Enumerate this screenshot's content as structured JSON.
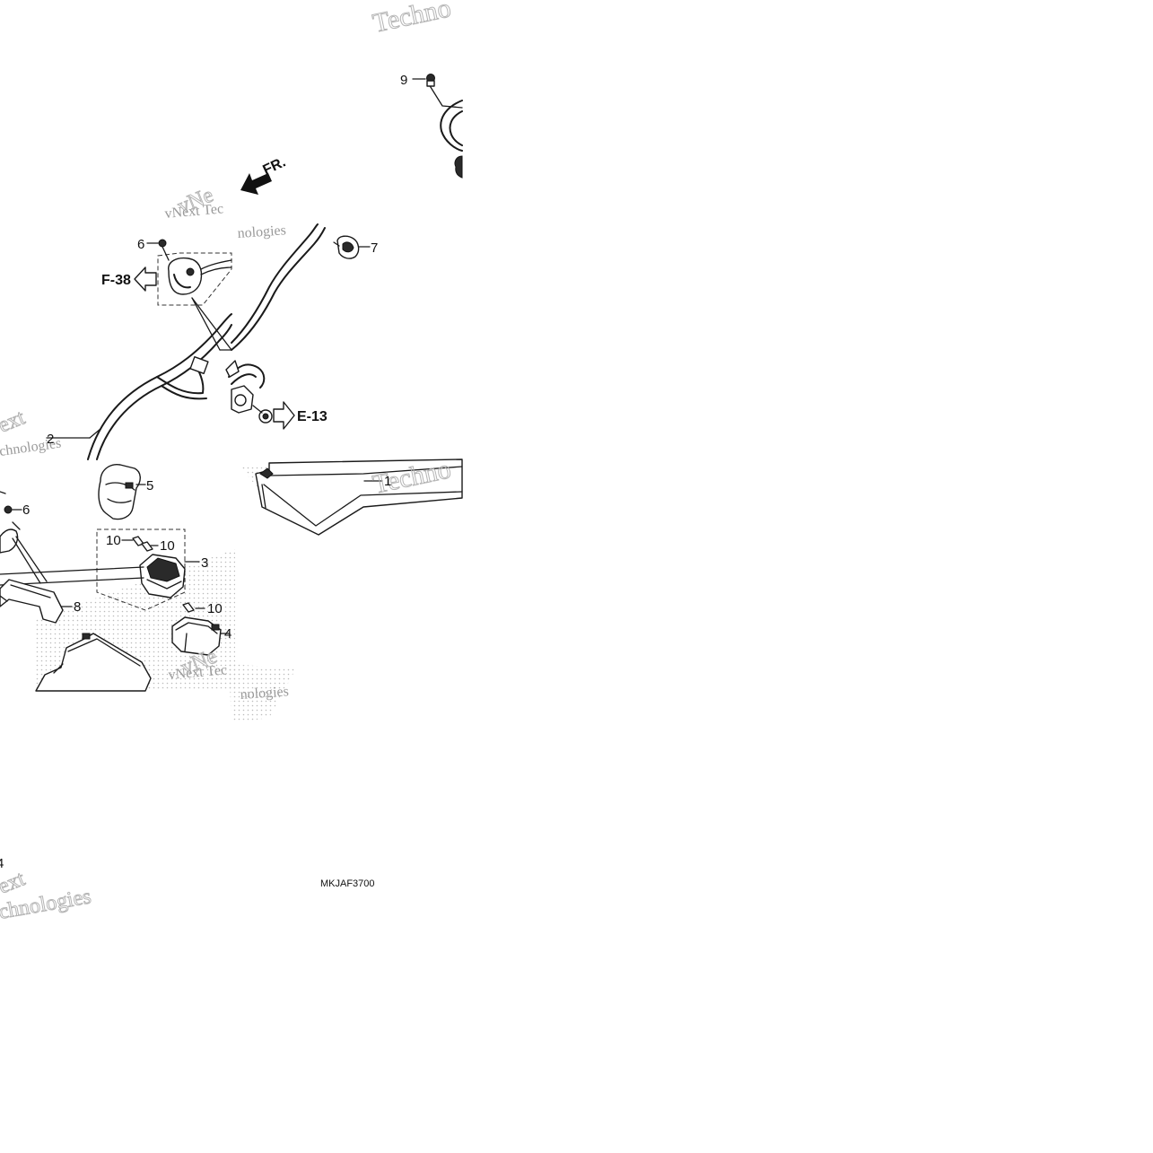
{
  "diagram": {
    "direction_label": "FR.",
    "drawing_code": "MKJAF3700",
    "callouts": {
      "c1": "1",
      "c2": "2",
      "c3": "3",
      "c4": "4",
      "c5": "5",
      "c6a": "6",
      "c6b": "6",
      "c7": "7",
      "c8": "8",
      "c9": "9",
      "c10a": "10",
      "c10b": "10",
      "c10c": "10",
      "c14": "4"
    },
    "references": {
      "f38": "F-38",
      "e13": "E-13"
    },
    "watermarks": {
      "w1": "Techno",
      "w2": "vNext Tec",
      "w3": "nologies",
      "w4": "ext",
      "w5": "chnologies",
      "w6": "Techno",
      "w7": "vNext Tec",
      "w8": "nologies",
      "w9": "ext",
      "w10": "chnologies",
      "w11": "vNe",
      "w12": "vNe"
    }
  }
}
